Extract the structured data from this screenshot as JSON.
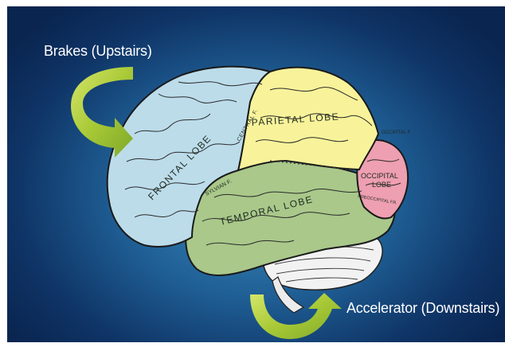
{
  "slide": {
    "brakes_label": "Brakes (Upstairs)",
    "accelerator_label": "Accelerator (Downstairs)"
  },
  "brain": {
    "frontal_lobe": "FRONTAL LOBE",
    "parietal_lobe": "PARIETAL LOBE",
    "occipital_lobe_line1": "OCCIPITAL",
    "occipital_lobe_line2": "LOBE",
    "temporal_lobe": "TEMPORAL LOBE",
    "central_fissure": "CENTRAL F.",
    "sylvian_fissure": "SYLVIAN F.",
    "occipital_fissure": "OCCIPITAL F.",
    "preoccipital_fissure": "PREOCCIPITAL FR."
  },
  "colors": {
    "frontal": "#bcdcea",
    "parietal": "#f8f39a",
    "occipital": "#ee9fb1",
    "temporal": "#a9c88a",
    "arrow": "#a8c936",
    "background": "#1f5f95"
  }
}
